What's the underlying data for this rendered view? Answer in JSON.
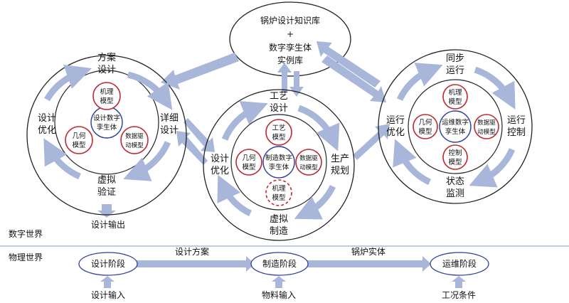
{
  "kb": {
    "line1": "锅炉设计知识库",
    "line2": "+",
    "line3": "数字孪生体",
    "line4": "实例库"
  },
  "design": {
    "top1": "方案",
    "top2": "设计",
    "left1": "设计",
    "left2": "优化",
    "right1": "详细",
    "right2": "设计",
    "bottom1": "虚拟",
    "bottom2": "验证",
    "center1": "设计数字",
    "center2": "孪生体",
    "mech1": "机理",
    "mech2": "模型",
    "geo1": "几何",
    "geo2": "模型",
    "data1": "数据驱",
    "data2": "动模型",
    "output": "设计输出"
  },
  "mfg": {
    "top1": "工艺",
    "top2": "设计",
    "left1": "设计",
    "left2": "优化",
    "right1": "生产",
    "right2": "规划",
    "bottom1": "虚拟",
    "bottom2": "制造",
    "center1": "制造数字",
    "center2": "孪生体",
    "craft1": "工艺",
    "craft2": "模型",
    "geo1": "几何",
    "geo2": "模型",
    "data1": "数据驱",
    "data2": "动模型",
    "mech1": "机理",
    "mech2": "模型"
  },
  "ops": {
    "top1": "同步",
    "top2": "运行",
    "left1": "运行",
    "left2": "优化",
    "right1": "运行",
    "right2": "控制",
    "bottom1": "状态",
    "bottom2": "监测",
    "center1": "运维数字",
    "center2": "孪生体",
    "mech1": "机理",
    "mech2": "模型",
    "geo1": "几何",
    "geo2": "模型",
    "data1": "数据驱",
    "data2": "动模型",
    "ctrl1": "控制",
    "ctrl2": "模型"
  },
  "worlds": {
    "digital": "数字世界",
    "physical": "物理世界"
  },
  "physical": {
    "stage1": "设计阶段",
    "stage2": "制造阶段",
    "stage3": "运维阶段",
    "flow1": "设计方案",
    "flow2": "锅炉实体",
    "input1": "设计输入",
    "input2": "物料输入",
    "input3": "工况条件"
  },
  "colors": {
    "arrow": "#a7b6d9",
    "outline": "#222222",
    "red": "#c0282e",
    "blue": "#2f3f9e",
    "divider": "#9aaed6"
  }
}
